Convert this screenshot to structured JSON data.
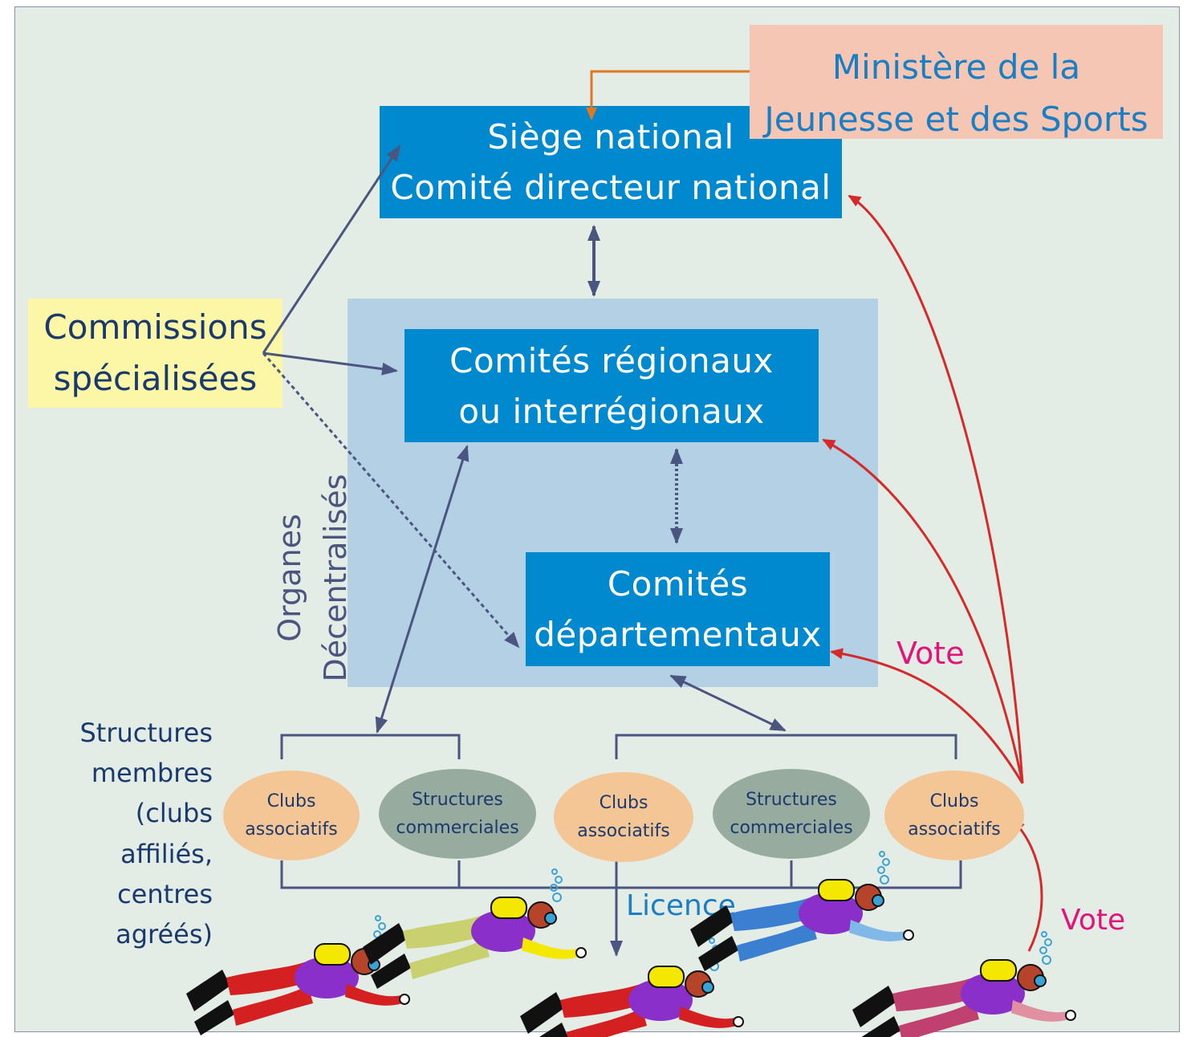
{
  "ministry": {
    "line1": "Ministère de la",
    "line2": "Jeunesse et des Sports"
  },
  "siege": {
    "line1": "Siège national",
    "line2": "Comité directeur national"
  },
  "regional": {
    "line1": "Comités régionaux",
    "line2": "ou interrégionaux"
  },
  "departemental": {
    "line1": "Comités",
    "line2": "départementaux"
  },
  "commissions": {
    "line1": "Commissions",
    "line2": "spécialisées"
  },
  "organes": {
    "line1": "Organes",
    "line2": "Décentralisés"
  },
  "structures_label": [
    "Structures",
    "membres",
    "(clubs",
    "affiliés,",
    "centres",
    "agréés)"
  ],
  "members": [
    {
      "line1": "Clubs",
      "line2": "associatifs",
      "kind": "club"
    },
    {
      "line1": "Structures",
      "line2": "commerciales",
      "kind": "commercial"
    },
    {
      "line1": "Clubs",
      "line2": "associatifs",
      "kind": "club"
    },
    {
      "line1": "Structures",
      "line2": "commerciales",
      "kind": "commercial"
    },
    {
      "line1": "Clubs",
      "line2": "associatifs",
      "kind": "club"
    }
  ],
  "labels": {
    "licence": "Licence",
    "vote_top": "Vote",
    "vote_bottom": "Vote"
  },
  "colors": {
    "box_blue": "#0089cf",
    "panel_blue": "#b3d0e4",
    "ministry_bg": "#f5c6b3",
    "commissions_bg": "#fbf7a6",
    "club_fill": "#f4c595",
    "commercial_fill": "#98ab9f",
    "arrow_dark": "#4a5580",
    "arrow_vote": "#d42a2a",
    "arrow_ministry": "#e07820"
  },
  "icons": [
    "scuba-diver-icon"
  ]
}
